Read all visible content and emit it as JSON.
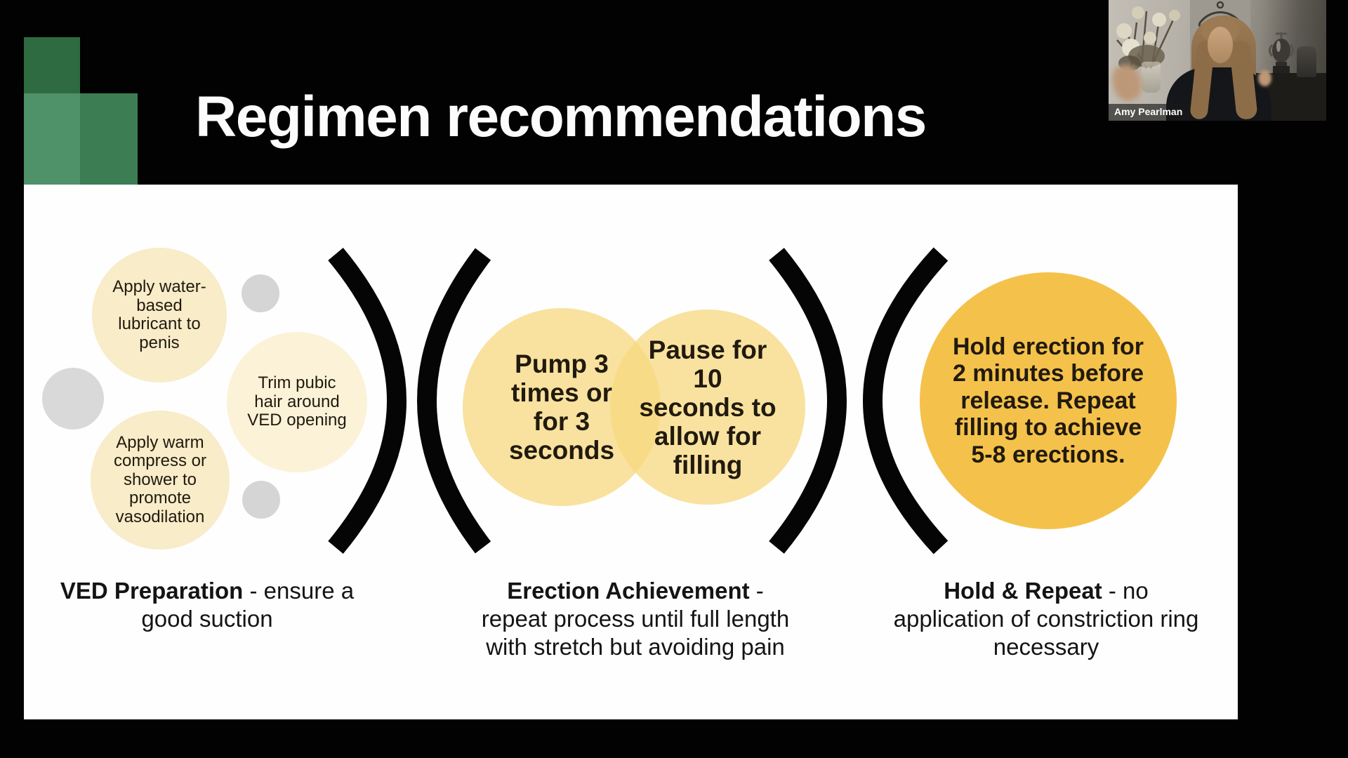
{
  "title": "Regimen recommendations",
  "presenter": {
    "name": "Amy Pearlman"
  },
  "diagram": {
    "step1": {
      "bubble1": "Apply water-\nbased\nlubricant to\npenis",
      "bubble2": "Trim pubic\nhair around\nVED opening",
      "bubble3": "Apply warm\ncompress or\nshower to\npromote\nvasodilation",
      "caption_bold": "VED Preparation",
      "caption_rest": " - ensure a good suction"
    },
    "step2": {
      "bubble1": "Pump 3\ntimes or\nfor 3\nseconds",
      "bubble2": "Pause for\n10\nseconds to\nallow for\nfilling",
      "caption_bold": "Erection Achievement",
      "caption_rest": " - repeat process until full length with stretch but avoiding pain"
    },
    "step3": {
      "bubble1": "Hold erection for\n2 minutes before\nrelease. Repeat\nfilling to achieve\n5-8 erections.",
      "caption_bold": "Hold & Repeat",
      "caption_rest": " - no application of constriction ring necessary"
    }
  },
  "colors": {
    "accent_green_dark": "#2e6b40",
    "accent_green_mid": "#3d7d53",
    "accent_green_light": "#4f9168",
    "bubble_cream": "#f8ecc9",
    "bubble_cream_light": "#fbf2d8",
    "bubble_yellow": "#f9e49c",
    "bubble_amber": "#f4c24b",
    "bubble_gray": "#d5d5d5",
    "separator_black": "#050505"
  }
}
